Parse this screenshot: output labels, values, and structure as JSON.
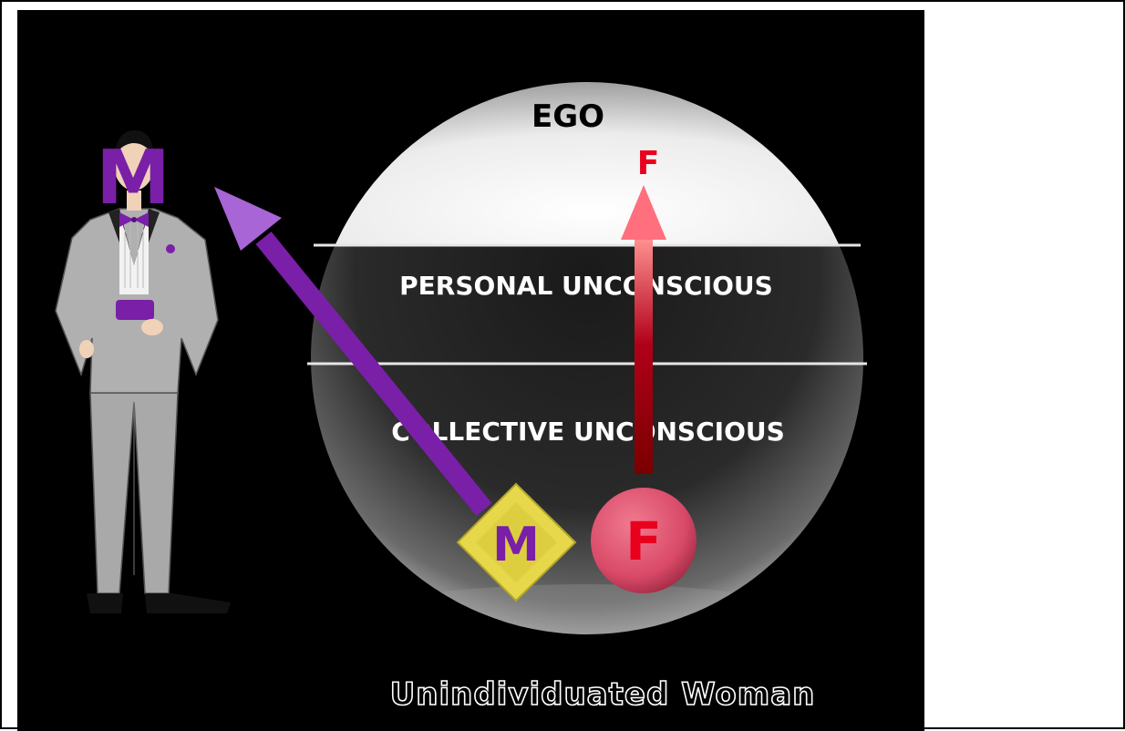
{
  "sphere": {
    "ego_label": "EGO",
    "personal_label": "PERSONAL UNCONSCIOUS",
    "collective_label": "COLLECTIVE UNCONSCIOUS"
  },
  "figure": {
    "head_letter": "M"
  },
  "ego_arrow_letter": "F",
  "diamond_letter": "M",
  "circle_letter": "F",
  "caption": "Unindividuated Woman",
  "colors": {
    "background": "#000000",
    "frame": "#ffffff",
    "purple": "#7a1fa8",
    "purple_arrow": "#9b59c9",
    "red": "#e8001c",
    "pink_circle": "#d94a68",
    "gold": "#e6d84a",
    "suit": "#a9a9a9"
  }
}
